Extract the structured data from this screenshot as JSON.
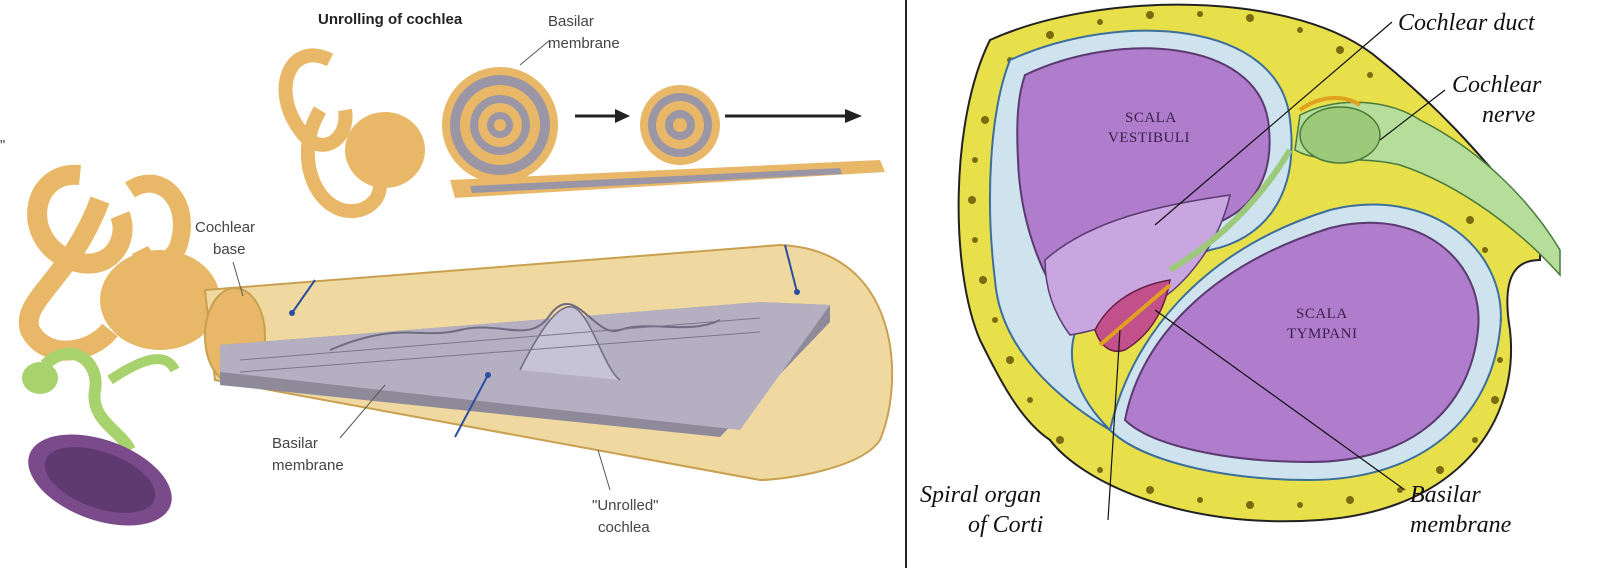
{
  "left_panel": {
    "title": "Unrolling of cochlea",
    "labels": {
      "basilar_top_1": "Basilar",
      "basilar_top_2": "membrane",
      "cochlear_base_1": "Cochlear",
      "cochlear_base_2": "base",
      "basilar_bottom_1": "Basilar",
      "basilar_bottom_2": "membrane",
      "unrolled_1": "\"Unrolled\"",
      "unrolled_2": "cochlea",
      "edge_mark": "\""
    }
  },
  "right_panel": {
    "labels": {
      "cochlear_duct": "Cochlear duct",
      "cochlear_nerve_1": "Cochlear",
      "cochlear_nerve_2": "nerve",
      "scala_vestibuli_1": "SCALA",
      "scala_vestibuli_2": "VESTIBULI",
      "scala_tympani_1": "SCALA",
      "scala_tympani_2": "TYMPANI",
      "spiral_organ_1": "Spiral organ",
      "spiral_organ_2": "of Corti",
      "basilar_1": "Basilar",
      "basilar_2": "membrane"
    }
  },
  "colors": {
    "bone_yellow": "#e8e04a",
    "scala_purple": "#b07ccc",
    "duct_blue": "#cfe3ef",
    "nerve_green": "#b6dd9a",
    "cochlea_tan": "#e8b868",
    "membrane_gray": "#9a96a6"
  }
}
